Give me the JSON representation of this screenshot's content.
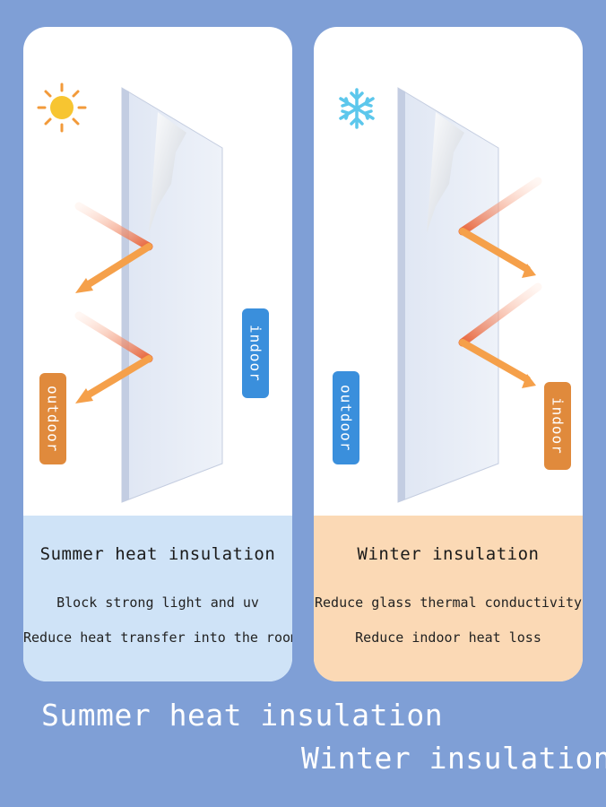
{
  "summer": {
    "title": "Summer heat insulation",
    "line1": "Block strong light and uv",
    "line2": "Reduce heat transfer into the room",
    "outdoor_label": "outdoor",
    "indoor_label": "indoor",
    "icon": "sun-icon"
  },
  "winter": {
    "title": "Winter insulation",
    "line1": "Reduce glass thermal conductivity",
    "line2": "Reduce indoor heat loss",
    "outdoor_label": "outdoor",
    "indoor_label": "indoor",
    "icon": "snowflake-icon"
  },
  "footer": {
    "line1": "Summer heat insulation",
    "line2": "Winter insulation"
  },
  "colors": {
    "background": "#7f9fd6",
    "summer_caption_bg": "#cfe3f7",
    "winter_caption_bg": "#fbd9b5",
    "tag_blue": "#3a8fdc",
    "tag_orange": "#e08a3c",
    "arrow": "#f08a3a"
  }
}
